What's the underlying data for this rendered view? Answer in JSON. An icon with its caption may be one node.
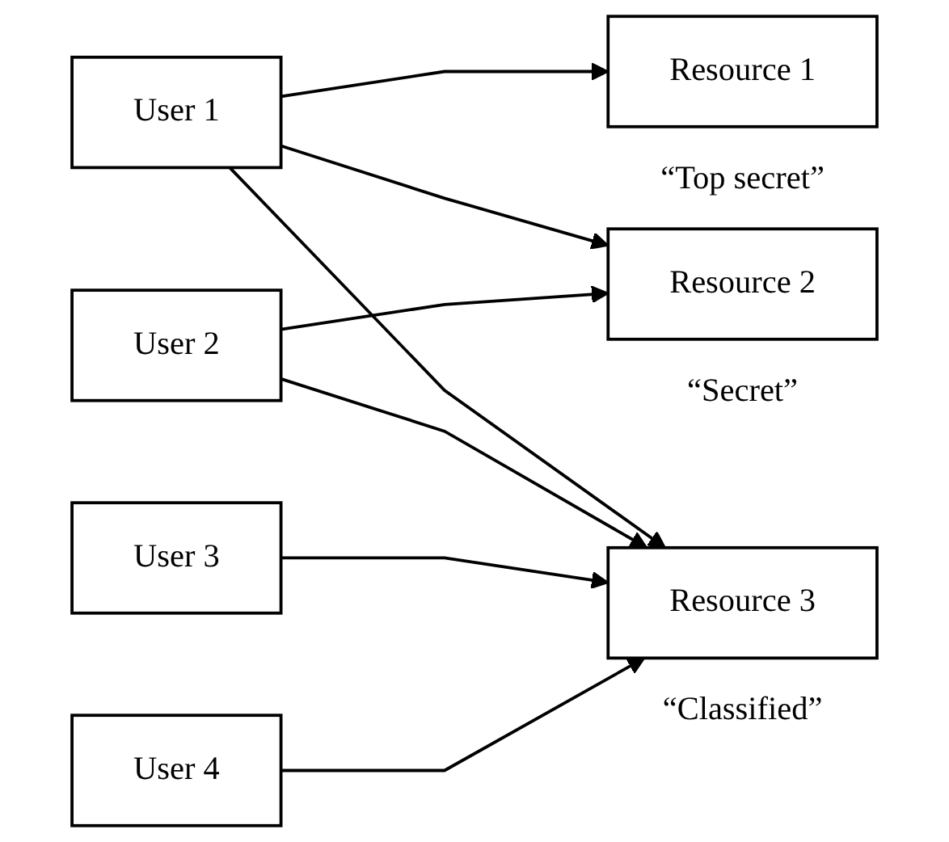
{
  "diagram": {
    "nodes": [
      {
        "text": [
          "User 1"
        ]
      },
      {
        "text": [
          "User 2"
        ]
      },
      {
        "text": [
          "User 3"
        ]
      },
      {
        "text": [
          "User 4"
        ]
      },
      {
        "text": [
          "Resource 1"
        ],
        "beside": [
          "“Top secret”"
        ]
      },
      {
        "text": [
          "Resource 2"
        ],
        "beside": [
          "“Secret”"
        ]
      },
      {
        "text": [
          "Resource 3"
        ],
        "beside": [
          "“Classified”"
        ]
      }
    ],
    "edges": [
      {
        "from": 0,
        "to": 4,
        "arrow": "to"
      },
      {
        "from": 0,
        "to": 5,
        "arrow": "to"
      },
      {
        "from": 0,
        "to": 6,
        "arrow": "to"
      },
      {
        "from": 1,
        "to": 5,
        "arrow": "to"
      },
      {
        "from": 1,
        "to": 6,
        "arrow": "to"
      },
      {
        "from": 2,
        "to": 6,
        "arrow": "to"
      },
      {
        "from": 3,
        "to": 6,
        "arrow": "to"
      }
    ]
  }
}
